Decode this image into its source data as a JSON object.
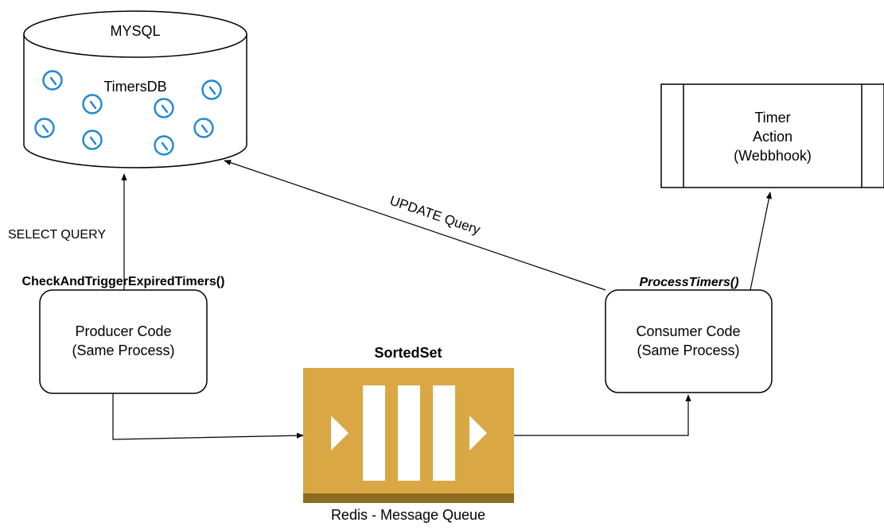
{
  "colors": {
    "line": "#000000",
    "timer_icon": "#1f87d6",
    "queue_fill": "#d9a744",
    "queue_bar": "#8c6a1e",
    "queue_glyph": "#ffffff"
  },
  "icons": {
    "timer": "timer-icon",
    "queue": "message-queue-icon"
  },
  "database": {
    "engine": "MYSQL",
    "name": "TimersDB"
  },
  "action": {
    "lines": [
      "Timer",
      "Action",
      "(Webbhook)"
    ]
  },
  "producer": {
    "lines": [
      "Producer Code",
      "(Same Process)"
    ],
    "function": "CheckAndTriggerExpiredTimers()",
    "query": "SELECT QUERY"
  },
  "consumer": {
    "lines": [
      "Consumer Code",
      "(Same Process)"
    ],
    "function": "ProcessTimers()",
    "query": "UPDATE Query"
  },
  "queue": {
    "title": "SortedSet",
    "caption": "Redis - Message Queue"
  }
}
